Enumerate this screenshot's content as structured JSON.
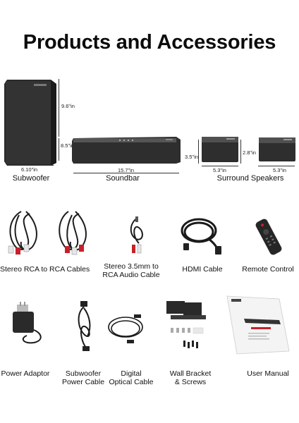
{
  "title": "Products and Accessories",
  "top_products": {
    "subwoofer": {
      "label": "Subwoofer",
      "height": "9.6\"in",
      "depth": "8.5\"in",
      "width": "6.10\"in"
    },
    "soundbar": {
      "label": "Soundbar",
      "width": "15.7\"in"
    },
    "surround": {
      "label": "Surround Speakers",
      "height_left": "3.5\"in",
      "height_right": "2.8\"in",
      "width_left": "5.3\"in",
      "width_right": "5.3\"in"
    }
  },
  "accessories_row1": [
    {
      "label": "Stereo RCA to RCA Cables"
    },
    {
      "label_line1": "Stereo 3.5mm to",
      "label_line2": "RCA Audio Cable"
    },
    {
      "label": "HDMI Cable"
    },
    {
      "label": "Remote Control"
    }
  ],
  "accessories_row2": [
    {
      "label": "Power Adaptor"
    },
    {
      "label_line1": "Subwoofer",
      "label_line2": "Power Cable"
    },
    {
      "label_line1": "Digital",
      "label_line2": "Optical Cable"
    },
    {
      "label_line1": "Wall Bracket",
      "label_line2": "& Screws"
    },
    {
      "label": "User Manual"
    }
  ],
  "colors": {
    "device_dark": "#2b2b2b",
    "device_mid": "#3d3d3d",
    "cable": "#1a1a1a",
    "rca_red": "#c8202a",
    "rca_white": "#e6e6e6"
  }
}
